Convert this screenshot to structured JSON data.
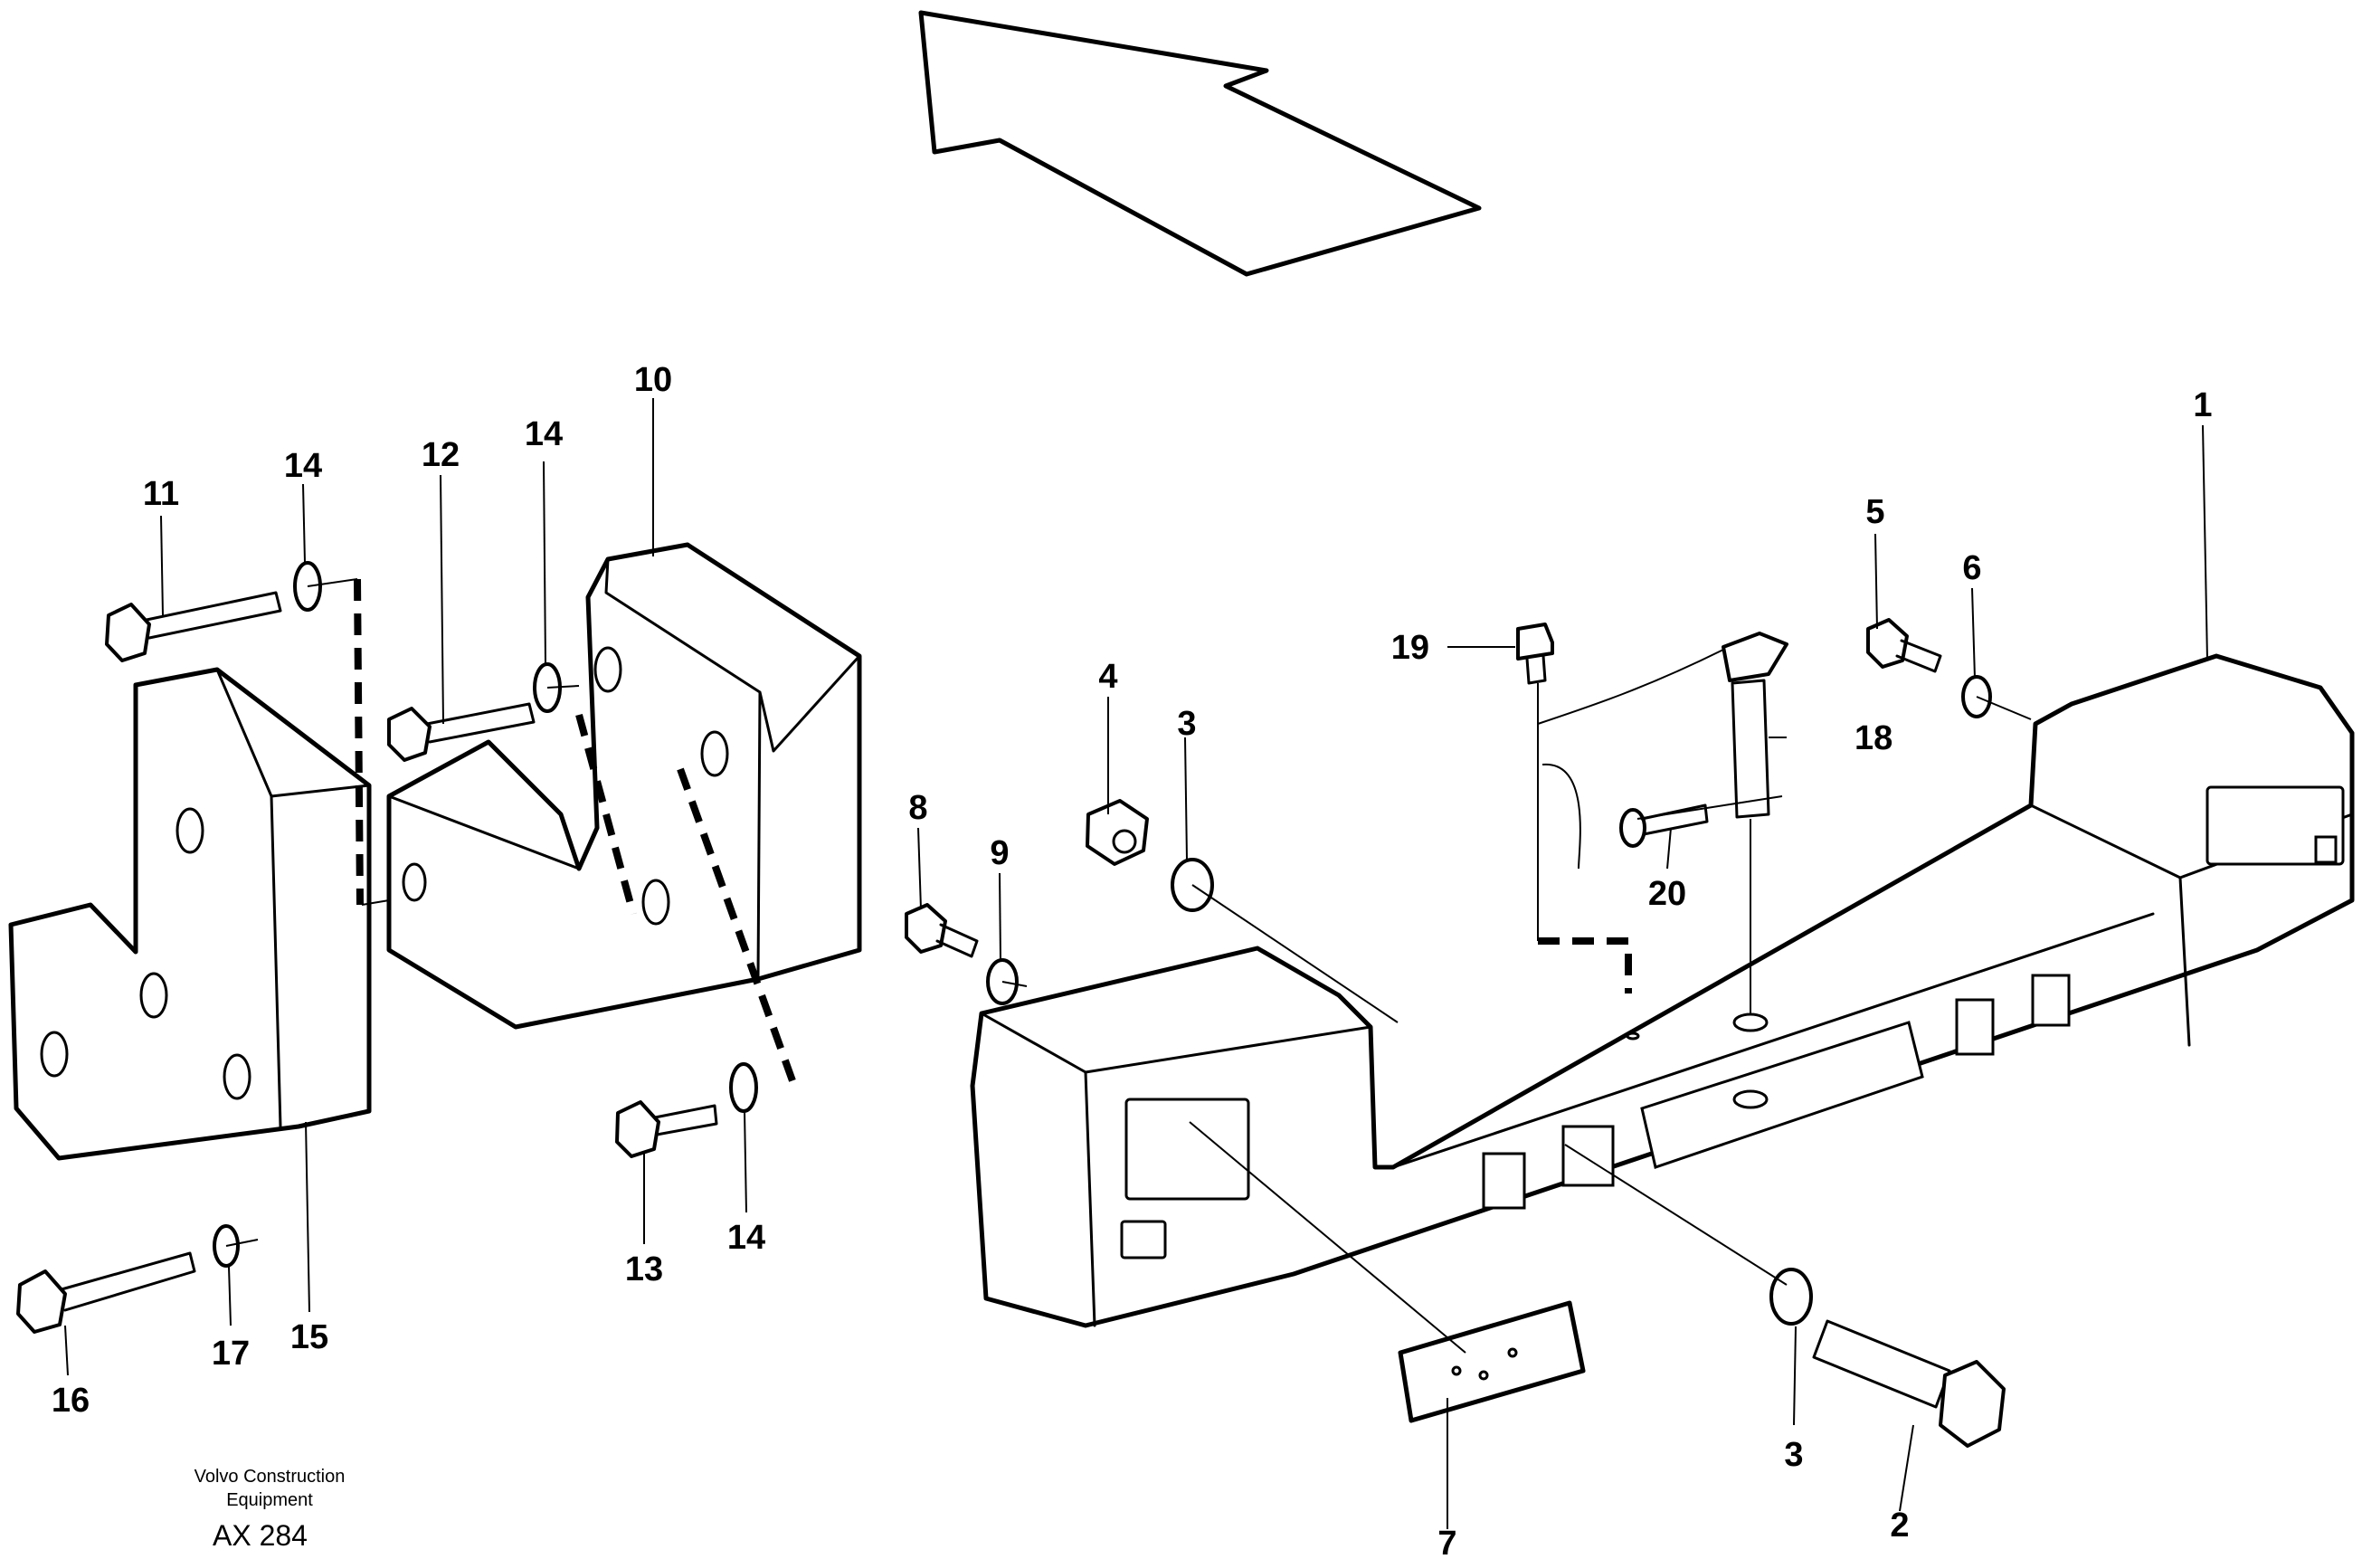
{
  "callouts": {
    "c1": "1",
    "c2": "2",
    "c3a": "3",
    "c3b": "3",
    "c4": "4",
    "c5": "5",
    "c6": "6",
    "c7": "7",
    "c8": "8",
    "c9": "9",
    "c10": "10",
    "c11": "11",
    "c12": "12",
    "c13": "13",
    "c14a": "14",
    "c14b": "14",
    "c14c": "14",
    "c15": "15",
    "c16": "16",
    "c17": "17",
    "c18": "18",
    "c19": "19",
    "c20": "20"
  },
  "footer": {
    "company_line1": "Volvo Construction",
    "company_line2": "Equipment",
    "code": "AX 284"
  }
}
